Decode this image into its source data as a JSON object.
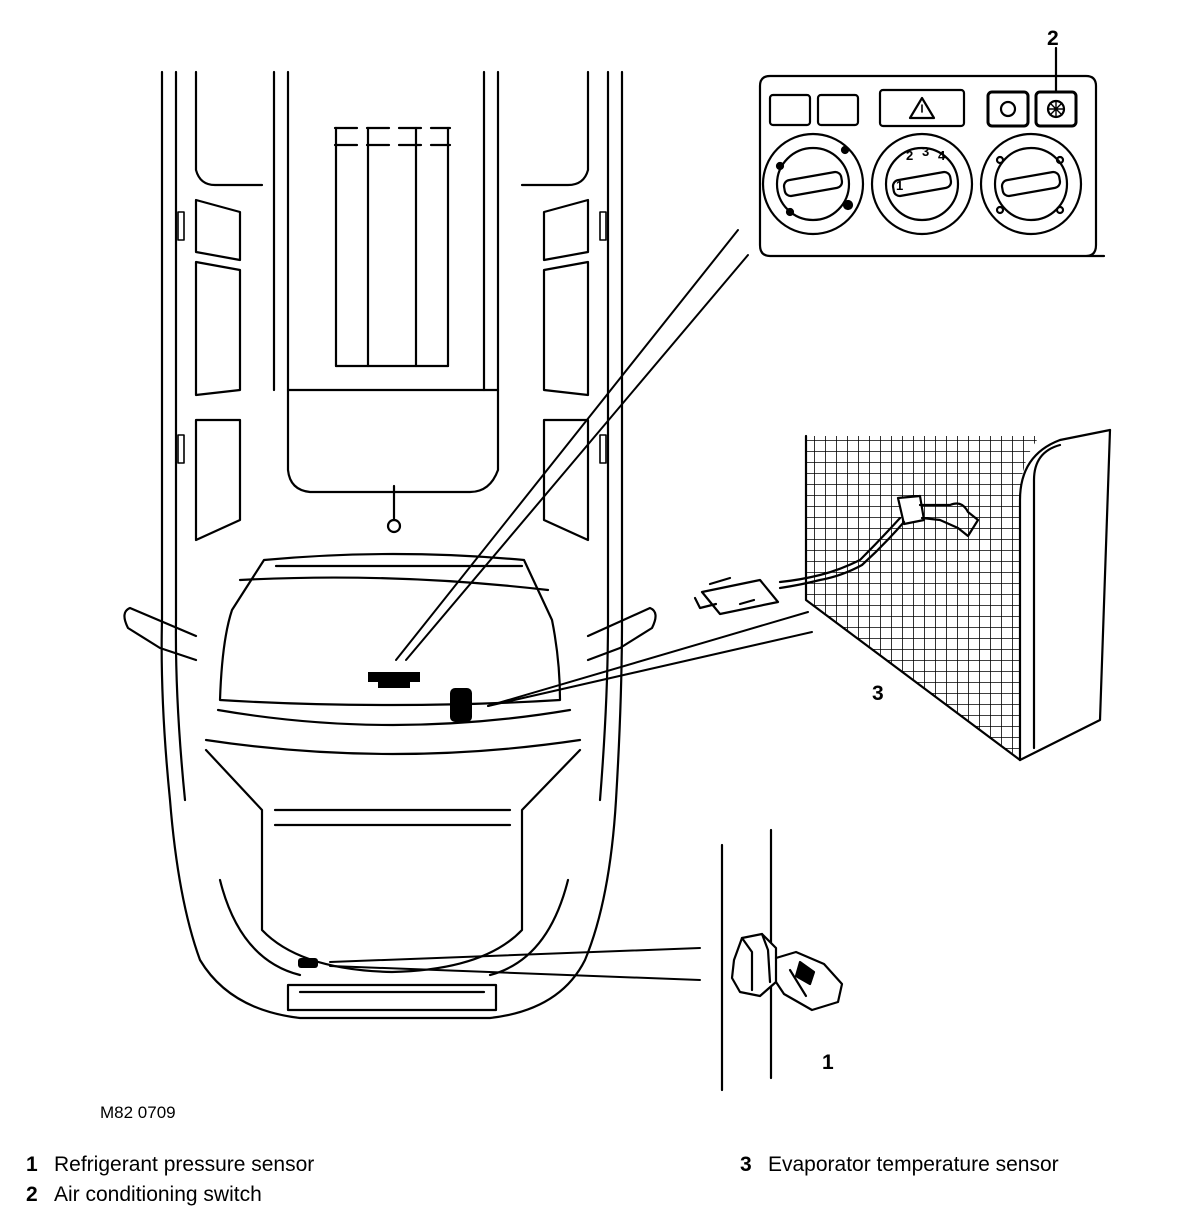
{
  "figure": {
    "reference_code": "M82 0709",
    "callouts": [
      {
        "id": "1",
        "label": "1"
      },
      {
        "id": "2",
        "label": "2"
      },
      {
        "id": "3",
        "label": "3"
      }
    ],
    "control_panel": {
      "fan_knob_numbers": [
        "1",
        "2",
        "3",
        "4"
      ],
      "hazard_symbol": "warning-triangle-icon",
      "switch_icons": [
        "recirculation-icon",
        "snowflake-icon"
      ]
    }
  },
  "legend": [
    {
      "number": "1",
      "text": "Refrigerant pressure sensor"
    },
    {
      "number": "2",
      "text": "Air conditioning switch"
    },
    {
      "number": "3",
      "text": "Evaporator temperature sensor"
    }
  ]
}
